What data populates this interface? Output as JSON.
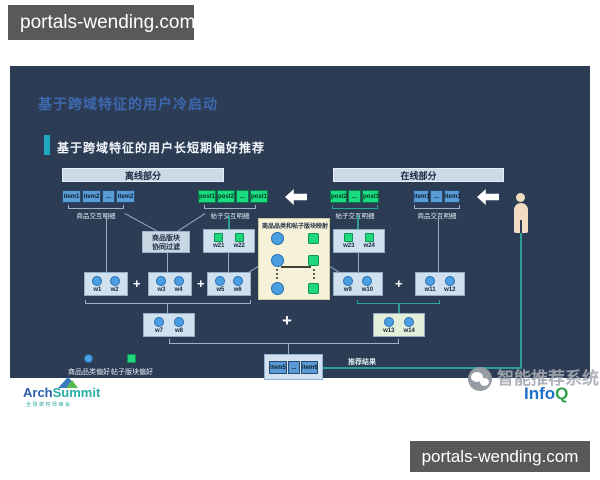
{
  "watermark_top": "portals-wending.com",
  "watermark_bottom": "portals-wending.com",
  "slide": {
    "title": "基于跨域特征的用户冷启动",
    "subtitle": "基于跨域特征的用户长短期偏好推荐",
    "offline_header": "离线部分",
    "online_header": "在线部分",
    "plus_sign": "+",
    "offline": {
      "items": [
        "item1",
        "item2",
        "...",
        "item2"
      ],
      "posts": [
        "post1",
        "post2",
        "...",
        "post1"
      ],
      "squares": [
        "w21",
        "w22"
      ],
      "row1": [
        "w1",
        "w2"
      ],
      "row2": [
        "w3",
        "w4"
      ],
      "row3": [
        "w5",
        "w6"
      ],
      "row4": [
        "w7",
        "w8"
      ]
    },
    "online": {
      "posts": [
        "post2",
        "...",
        "post3"
      ],
      "items": [
        "item1",
        "...",
        "item3"
      ],
      "squares": [
        "w23",
        "w24"
      ],
      "row1": [
        "w9",
        "w10"
      ],
      "row2": [
        "w11",
        "w12"
      ],
      "row3": [
        "w13",
        "w14"
      ]
    },
    "labels": {
      "item_detail": "商品交互明细",
      "post_detail": "帖子交互明细",
      "cf_line1": "商品版块",
      "cf_line2": "协同过滤",
      "mapping": "商品品类和帖子版块映射",
      "result": "推荐结果",
      "legend_circle": "商品品类偏好",
      "legend_square": "帖子版块偏好"
    },
    "result_chips": [
      "item5",
      "...",
      "item6"
    ]
  },
  "footer": {
    "archsummit_part1": "Arch",
    "archsummit_part2": "Summit",
    "archsummit_tagline": "全球架构师峰会",
    "wechat_name": "智能推荐系统",
    "infoq_part1": "Info",
    "infoq_part2": "Q"
  },
  "colors": {
    "slide_bg": "#2c3c55",
    "title_blue": "#3e68b0",
    "accent_teal": "#1fa9c0",
    "chip_blue": "#5b9bd5",
    "chip_green": "#19dc80",
    "node_box": "#cfe0ef",
    "mapping_cream": "#f6f2da",
    "line_teal": "#2f9d95"
  }
}
